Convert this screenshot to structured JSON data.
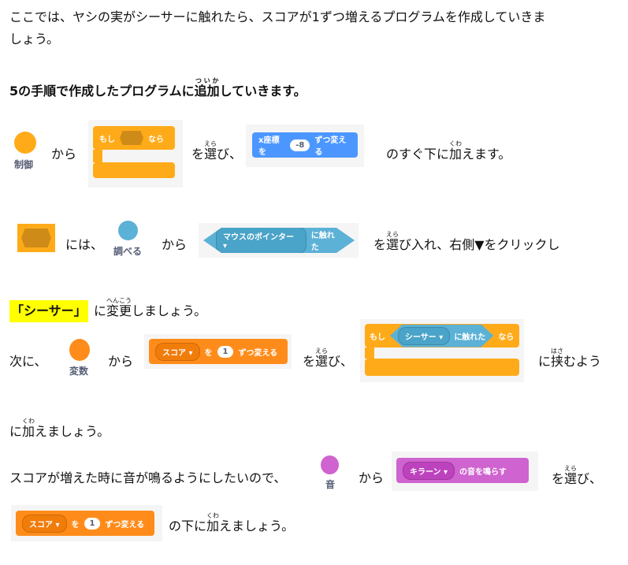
{
  "intro": {
    "line1": "ここでは、ヤシの実がシーサーに触れたら、スコアが1ずつ増えるプログラムを作成していきま",
    "line2": "しょう。"
  },
  "heading": {
    "before": "5の手順で作成したプログラムに",
    "kanji": "追加",
    "ruby": "ついか",
    "after": "していきます。"
  },
  "row1": {
    "category": "制御",
    "from": "から",
    "choose_kanji": "選",
    "choose_ruby": "えら",
    "choose_pre": "を",
    "choose_post": "び、",
    "if_label": "もし",
    "then_label": "なら",
    "block_text1": "x座標を",
    "block_value": "-8",
    "block_text2": "ずつ変える",
    "tail_pre": "のすぐ下に",
    "tail_kanji": "加",
    "tail_ruby": "くわ",
    "tail_post": "えます。"
  },
  "row2": {
    "in": "には、",
    "category": "調べる",
    "from": "から",
    "dropdown": "マウスのポインター ▾",
    "touching": "に触れた",
    "tail_pre": "を",
    "tail_kanji": "選",
    "tail_ruby": "えら",
    "tail_post": "び入れ、右側▼をクリックし"
  },
  "row3": {
    "highlight": "「シーサー」",
    "pre": "に",
    "kanji": "変更",
    "ruby": "へんこう",
    "post": "しましょう。"
  },
  "row4": {
    "next": "次に、",
    "category": "変数",
    "from": "から",
    "var": "スコア ▾",
    "wo": "を",
    "value": "1",
    "change": "ずつ変える",
    "choose_pre": "を",
    "choose_kanji": "選",
    "choose_ruby": "えら",
    "choose_post": "び、",
    "if_label": "もし",
    "sensor_dropdown": "シーサー ▾",
    "touching": "に触れた",
    "then_label": "なら",
    "tail_pre": "に",
    "tail_kanji": "挟",
    "tail_ruby": "はさ",
    "tail_post": "むよう"
  },
  "row4b": {
    "pre": "に",
    "kanji": "加",
    "ruby": "くわ",
    "post": "えましょう。"
  },
  "row5": {
    "text": "スコアが増えた時に音が鳴るようにしたいので、",
    "category": "音",
    "from": "から",
    "sound": "キラーン ▾",
    "play": "の音を鳴らす",
    "choose_pre": "を",
    "choose_kanji": "選",
    "choose_ruby": "えら",
    "choose_post": "び、"
  },
  "row6": {
    "var": "スコア ▾",
    "wo": "を",
    "value": "1",
    "change": "ずつ変える",
    "pre": "の下に",
    "kanji": "加",
    "ruby": "くわ",
    "post": "えましょう。"
  },
  "colors": {
    "control": "#FFAB19",
    "sensing": "#5CB1D6",
    "variables": "#FF8C1A",
    "sound": "#CF63CF",
    "motion": "#4C97FF",
    "highlight": "#FFFF00"
  }
}
